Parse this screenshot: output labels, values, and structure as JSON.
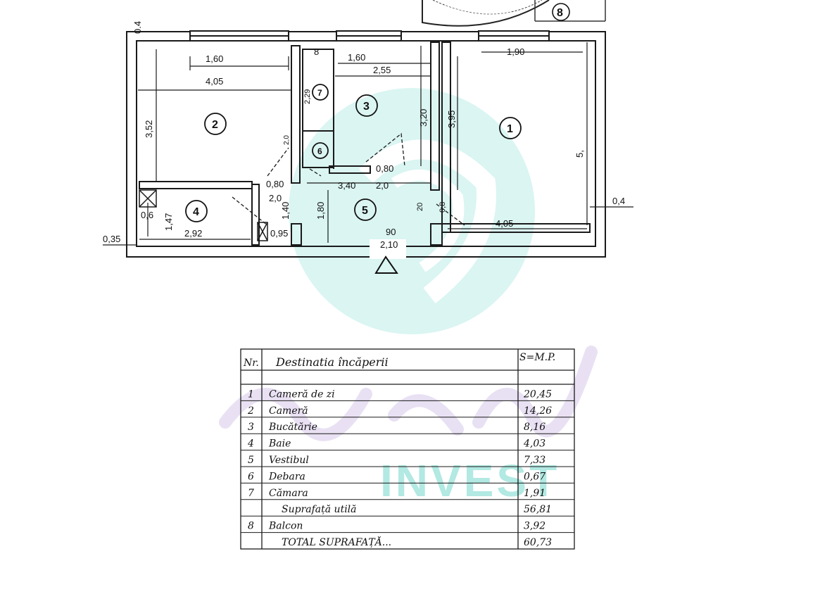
{
  "rooms": [
    {
      "num": "1"
    },
    {
      "num": "2"
    },
    {
      "num": "3"
    },
    {
      "num": "4"
    },
    {
      "num": "5"
    },
    {
      "num": "6"
    },
    {
      "num": "7"
    },
    {
      "num": "8"
    }
  ],
  "dimensions": {
    "d_0_4_top": "0.4",
    "d_1_60_a": "1,60",
    "d_4_05_a": "4,05",
    "d_3_52": "3,52",
    "d_8": "8",
    "d_1_60_b": "1,60",
    "d_2_55": "2,55",
    "d_2_29": "2,29",
    "d_3_20": "3,20",
    "d_3_95": "3,95",
    "d_1_90": "1,90",
    "d_5": "5,",
    "d_0_4_right": "0,4",
    "d_0_80_a": "0,80",
    "d_2_0_a": "2,0",
    "d_0_80_b": "0,80",
    "d_2_0_b": "2,0",
    "d_3_40": "3,40",
    "d_2_0_c": "2,0",
    "d_1_40": "1,40",
    "d_1_80": "1,80",
    "d_0_6": "0,6",
    "d_1_47": "1,47",
    "d_2_92": "2,92",
    "d_0_95": "0,95",
    "d_0_35": "0,35",
    "d_90": "90",
    "d_2_10": "2,10",
    "d_4_05_b": "4,05",
    "d_20_vert": "20",
    "d_0_8_vert": "0,8"
  },
  "table": {
    "header_nr": "Nr.",
    "header_dest": "Destinatia încăperii",
    "header_area": "S=M.P.",
    "rows": [
      {
        "nr": "1",
        "name": "Cameră de zi",
        "area": "20,45"
      },
      {
        "nr": "2",
        "name": "Cameră",
        "area": "14,26"
      },
      {
        "nr": "3",
        "name": "Bucătărie",
        "area": "8,16"
      },
      {
        "nr": "4",
        "name": "Baie",
        "area": "4,03"
      },
      {
        "nr": "5",
        "name": "Vestibul",
        "area": "7,33"
      },
      {
        "nr": "6",
        "name": "Debara",
        "area": "0,67"
      },
      {
        "nr": "7",
        "name": "Cămara",
        "area": "1,91"
      },
      {
        "nr": "",
        "name": "Suprafață utilă",
        "area": "56,81"
      },
      {
        "nr": "8",
        "name": "Balcon",
        "area": "3,92"
      },
      {
        "nr": "",
        "name": "TOTAL SUPRAFAȚĂ...",
        "area": "60,73"
      }
    ]
  },
  "watermark": {
    "text": "INVEST",
    "color": "#7fdcd0",
    "script_color": "#d7c8ea"
  },
  "colors": {
    "ink": "#111111",
    "wall": "#1a1a1a"
  }
}
